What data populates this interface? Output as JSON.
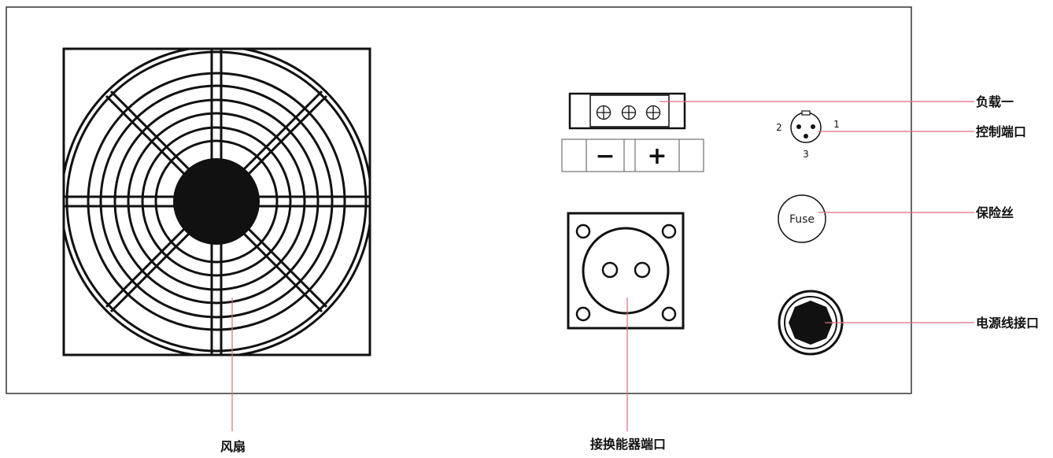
{
  "labels": {
    "fan": "风扇",
    "transducer_port": "接换能器端口",
    "load_one": "负载一",
    "control_port": "控制端口",
    "fuse": "保险丝",
    "power_port": "电源线接口"
  },
  "fuse_text": "Fuse",
  "terminal_symbols": {
    "minus": "−",
    "plus": "+"
  },
  "control_pins": {
    "p1": "1",
    "p2": "2",
    "p3": "3"
  },
  "colors": {
    "leader_line": "#e06b80",
    "outline": "#111111"
  }
}
